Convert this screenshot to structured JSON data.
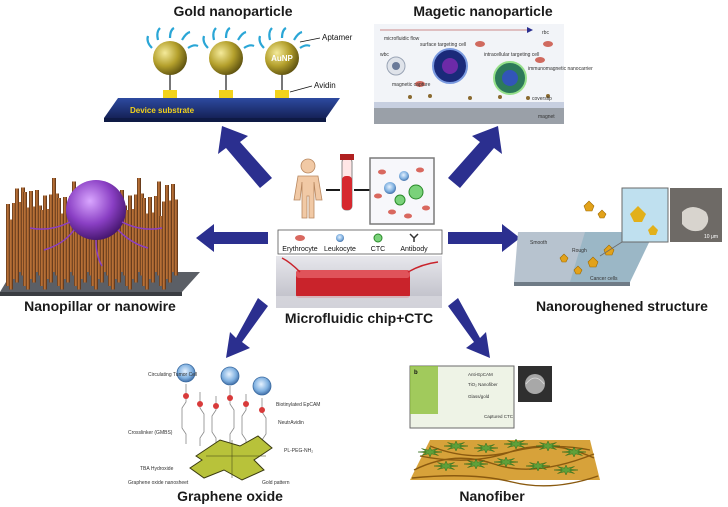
{
  "panels": {
    "gold": {
      "title": "Gold nanoparticle",
      "labels": {
        "aptamer": "Aptamer",
        "aunp": "AuNP",
        "avidin": "Avidin",
        "substrate": "Device substrate"
      }
    },
    "magnetic": {
      "title": "Magetic nanoparticle",
      "labels": {
        "flow": "microfluidic flow",
        "wbc": "wbc",
        "rbc": "rbc",
        "surface_cell": "surface targeting cell",
        "intracellular_cell": "intracellular targeting cell",
        "nanocarrier": "immunomagnetic nanocarrier",
        "capture": "magnetic capture",
        "coverslip": "coverslip",
        "magnet": "magnet"
      }
    },
    "nanopillar": {
      "title": "Nanopillar or nanowire"
    },
    "center": {
      "title": "Microfluidic chip+CTC",
      "legend": [
        "Erythrocyte",
        "Leukocyte",
        "CTC",
        "Antibody"
      ]
    },
    "nanorough": {
      "title": "Nanoroughened structure",
      "labels": {
        "smooth": "Smooth",
        "rough": "Rough",
        "cancer": "Cancer cells",
        "scale": "10 μm"
      }
    },
    "graphene": {
      "title": "Graphene oxide",
      "labels": {
        "ctc": "Circulating Tumor Cell",
        "epcam": "Biotinylated EpCAM",
        "neutravidin": "NeutrAvidin",
        "crosslinker": "Crosslinker (GMBS)",
        "peg": "PL-PEG-NH₂",
        "tba": "TBA Hydroxide",
        "gold": "Gold pattern",
        "nanosheet": "Graphene oxide nanosheet"
      }
    },
    "nanofiber": {
      "title": "Nanofiber",
      "labels": {
        "tag": "b",
        "anti": "Anti-EpCAM",
        "tio2": "TiO₂ Nanofiber",
        "glass": "Glass/gold",
        "captured": "Captured CTC"
      }
    }
  },
  "colors": {
    "arrow": "#2b2f8f",
    "gold": "#c9a227",
    "substrate": "#243a86",
    "blood": "#d6282e",
    "sphere": "#8a3fc4"
  }
}
